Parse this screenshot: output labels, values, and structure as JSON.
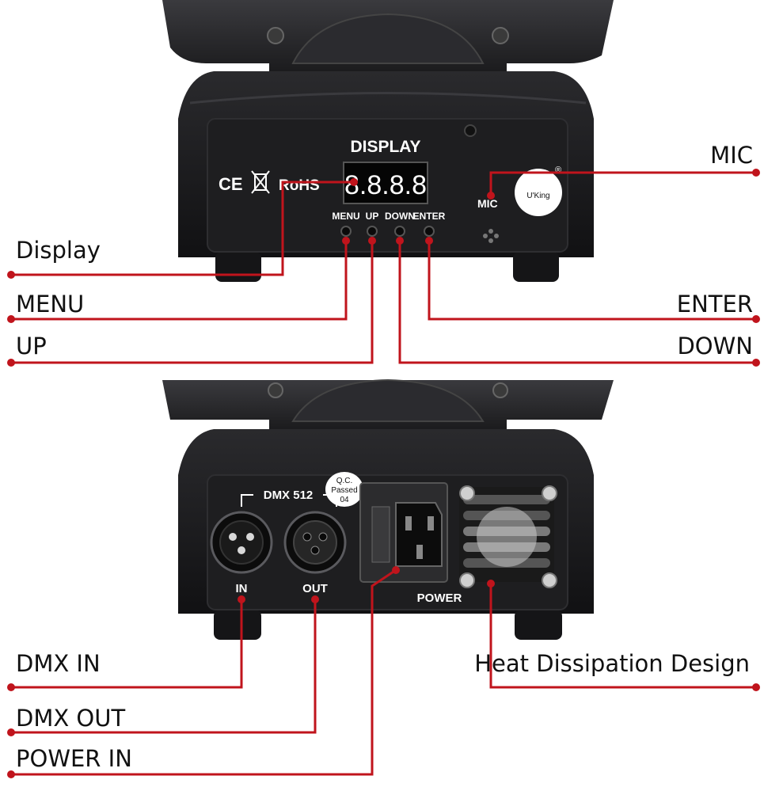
{
  "top_panel": {
    "display_heading": "DISPLAY",
    "segment_readout": "8.8.8.8",
    "cert_marks": "CE",
    "rohs": "RoHS",
    "button_labels": [
      "MENU",
      "UP",
      "DOWN",
      "ENTER"
    ],
    "mic_label": "MIC",
    "brand": "U'King",
    "registered": "®"
  },
  "bottom_panel": {
    "dmx_label": "DMX 512",
    "qc_line1": "Q.C.",
    "qc_line2": "Passed",
    "qc_line3": "04",
    "in_label": "IN",
    "out_label": "OUT",
    "power_label": "POWER"
  },
  "callouts": {
    "mic": "MIC",
    "display": "Display",
    "menu": "MENU",
    "enter": "ENTER",
    "up": "UP",
    "down": "DOWN",
    "dmx_in": "DMX IN",
    "dmx_out": "DMX OUT",
    "heat": "Heat Dissipation Design",
    "power_in": "POWER IN"
  },
  "colors": {
    "callout_line": "#c0141c",
    "device_body": "#1c1c1e",
    "display_digits": "#ffffff"
  }
}
